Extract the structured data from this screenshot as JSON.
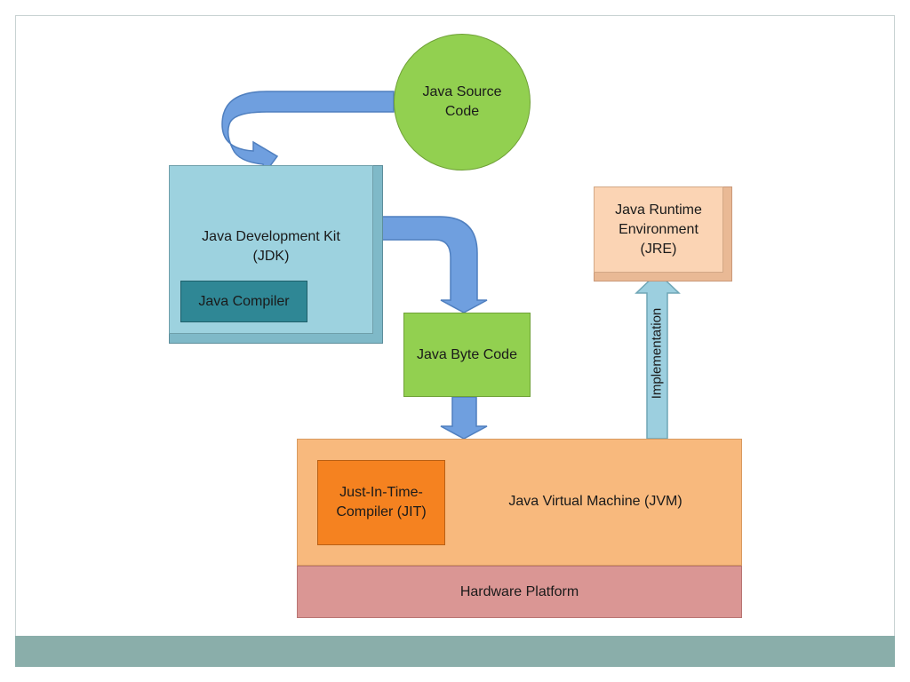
{
  "diagram": {
    "source_code": "Java Source\nCode",
    "jdk_title": "Java Development Kit\n(JDK)",
    "java_compiler": "Java Compiler",
    "byte_code": "Java Byte Code",
    "jre": "Java Runtime\nEnvironment\n(JRE)",
    "implementation": "Implementation",
    "jit": "Just-In-Time-\nCompiler (JIT)",
    "jvm": "Java Virtual Machine (JVM)",
    "hardware": "Hardware Platform"
  },
  "colors": {
    "arrow_blue": "#6f9fdf",
    "arrow_light": "#9ccfdf",
    "green": "#92d050",
    "jdk_blue": "#9dd2df",
    "compiler_teal": "#2f8795",
    "jvm_orange": "#f8b97d",
    "jit_orange": "#f58220",
    "hardware_red": "#da9694",
    "jre_peach": "#fbd4b4"
  }
}
